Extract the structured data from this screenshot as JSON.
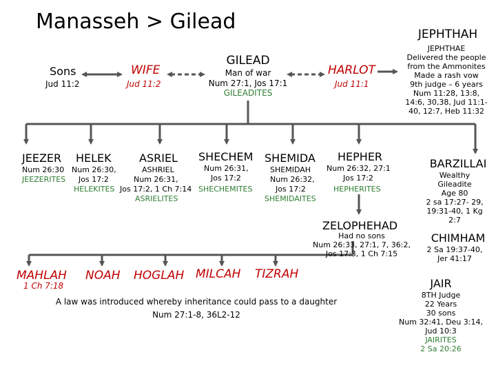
{
  "title": "Manasseh > Gilead",
  "sons": {
    "label": "Sons",
    "ref": "Jud 11:2"
  },
  "wife": {
    "label": "WIFE",
    "ref": "Jud 11:2"
  },
  "gilead": {
    "name": "GILEAD",
    "line1": "Man of war",
    "line2": "Num 27:1, Jos 17:1",
    "clan": "GILEADITES"
  },
  "harlot": {
    "label": "HARLOT",
    "ref": "Jud 11:1"
  },
  "jephthah": {
    "name": "JEPHTHAH",
    "lines": [
      "JEPHTHAE",
      "Delivered the people",
      "from the Ammonites",
      "Made a rash vow",
      "9th judge – 6 years",
      "Num 11:28, 13:8,",
      "14:6, 30,38, Jud 11:1-",
      "40, 12:7, Heb 11:32"
    ]
  },
  "sons_list": {
    "jeezer": {
      "name": "JEEZER",
      "ref": "Num 26:30",
      "clan": "JEEZERITES"
    },
    "helek": {
      "name": "HELEK",
      "ref1": "Num 26:30,",
      "ref2": "Jos 17:2",
      "clan": "HELEKITES"
    },
    "asriel": {
      "name": "ASRIEL",
      "alt": "ASHRIEL",
      "ref1": "Num 26:31,",
      "ref2": "Jos 17:2, 1 Ch 7:14",
      "clan": "ASRIELITES"
    },
    "shechem": {
      "name": "SHECHEM",
      "ref1": "Num 26:31,",
      "ref2": "Jos 17:2",
      "clan": "SHECHEMITES"
    },
    "shemida": {
      "name": "SHEMIDA",
      "alt": "SHEMIDAH",
      "ref1": "Num 26:32,",
      "ref2": "Jos 17:2",
      "clan": "SHEMIDAITES"
    },
    "hepher": {
      "name": "HEPHER",
      "ref1": "Num 26:32, 27:1",
      "ref2": "Jos 17:2",
      "clan": "HEPHERITES"
    }
  },
  "zelophehad": {
    "name": "ZELOPHEHAD",
    "line1": "Had no sons",
    "line2": "Num 26:33, 27:1, 7, 36:2,",
    "line3": "Jos 17:3, 1 Ch 7:15"
  },
  "daughters": {
    "mahlah": "MAHLAH",
    "mahlah_ref": "1 Ch 7:18",
    "noah": "NOAH",
    "hoglah": "HOGLAH",
    "milcah": "MILCAH",
    "tizrah": "TIZRAH"
  },
  "law": {
    "line1": "A law was introduced whereby inheritance could pass to a daughter",
    "line2": "Num 27:1-8, 36L2-12"
  },
  "barzillai": {
    "name": "BARZILLAI",
    "lines": [
      "Wealthy",
      "Gileadite",
      "Age 80",
      "2 sa 17:27- 29,",
      "19:31-40, 1 Kg",
      "2:7"
    ]
  },
  "chimham": {
    "name": "CHIMHAM",
    "lines": [
      "2 Sa 19:37-40,",
      "Jer 41:17"
    ]
  },
  "jair": {
    "name": "JAIR",
    "lines": [
      "8TH Judge",
      "22 Years",
      "30 sons",
      "Num 32:41, Deu 3:14,",
      "Jud 10:3"
    ],
    "clan": "JAIRITES",
    "ref": "2 Sa 20:26"
  },
  "colors": {
    "red": "#c00000",
    "green": "#2e7d32",
    "line": "#555555"
  }
}
